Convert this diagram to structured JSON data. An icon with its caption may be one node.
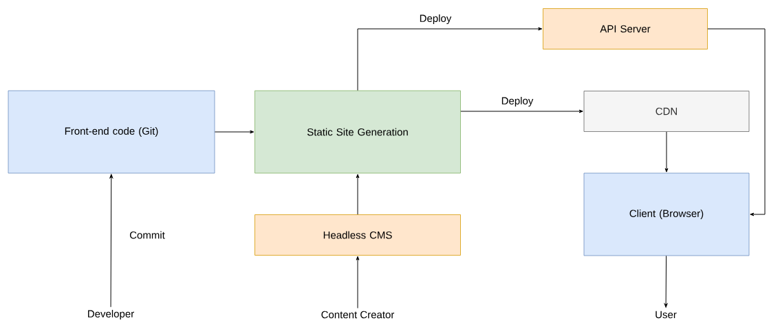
{
  "diagram": {
    "nodes": [
      {
        "text": [
          "Front-end code (Git)"
        ]
      },
      {
        "text": [
          "Static Site Generation"
        ]
      },
      {
        "text": [
          "API Server"
        ]
      },
      {
        "text": [
          "CDN"
        ]
      },
      {
        "text": [
          "Client (Browser)"
        ]
      },
      {
        "text": [
          "Headless CMS"
        ]
      },
      {
        "text": [
          "Developer"
        ]
      },
      {
        "text": [
          "Content Creator"
        ]
      },
      {
        "text": [
          "User"
        ]
      }
    ],
    "edges": [
      {
        "from": 0,
        "to": 1,
        "arrow": "to"
      },
      {
        "from": 1,
        "to": 2,
        "arrow": "to",
        "label": "Deploy"
      },
      {
        "from": 1,
        "to": 3,
        "arrow": "to",
        "label": "Deploy"
      },
      {
        "from": 2,
        "to": 4,
        "arrow": "to"
      },
      {
        "from": 3,
        "to": 4,
        "arrow": "to"
      },
      {
        "from": 5,
        "to": 1,
        "arrow": "to"
      },
      {
        "from": 6,
        "to": 0,
        "arrow": "to",
        "label": "Commit"
      },
      {
        "from": 7,
        "to": 5,
        "arrow": "to"
      },
      {
        "from": 4,
        "to": 8,
        "arrow": "to"
      }
    ]
  }
}
